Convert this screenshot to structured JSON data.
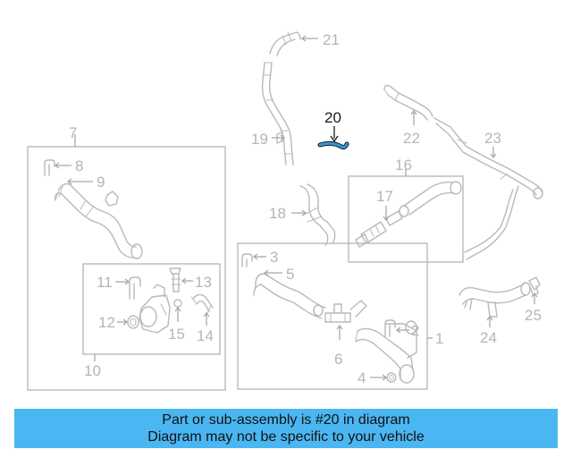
{
  "callouts": {
    "c1": "1",
    "c2": "2",
    "c3": "3",
    "c4": "4",
    "c5": "5",
    "c6": "6",
    "c7": "7",
    "c8": "8",
    "c9": "9",
    "c10": "10",
    "c11": "11",
    "c12": "12",
    "c13": "13",
    "c14": "14",
    "c15": "15",
    "c16": "16",
    "c17": "17",
    "c18": "18",
    "c19": "19",
    "c20": "20",
    "c21": "21",
    "c22": "22",
    "c23": "23",
    "c24": "24",
    "c25": "25"
  },
  "highlight": {
    "part": "20",
    "color": "#2e9ad6"
  },
  "banner": {
    "line1": "Part or sub-assembly is #20 in diagram",
    "line2": "Diagram may not be specific to your vehicle",
    "background": "#4ab6f2"
  }
}
